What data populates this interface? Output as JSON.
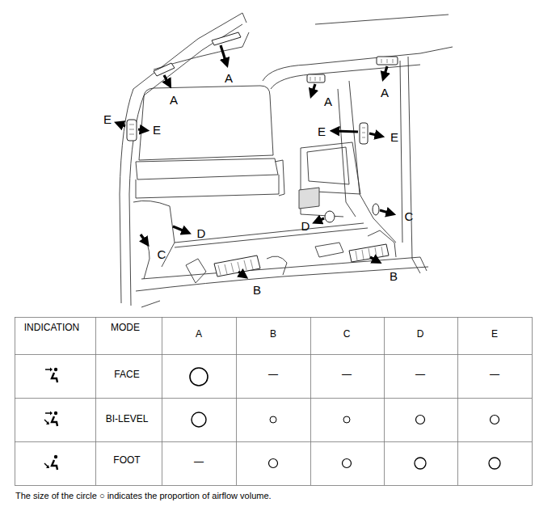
{
  "diagram": {
    "caption": "The size of the circle ○ indicates the proportion of airflow volume.",
    "labels": [
      "A",
      "A",
      "A",
      "A",
      "E",
      "E",
      "E",
      "E",
      "C",
      "C",
      "D",
      "D",
      "B",
      "B",
      "INDICATION",
      "MODE",
      "A",
      "B",
      "C",
      "D",
      "E",
      "FACE",
      "—",
      "—",
      "—",
      "—",
      "BI-LEVEL",
      "FOOT",
      "—"
    ]
  }
}
